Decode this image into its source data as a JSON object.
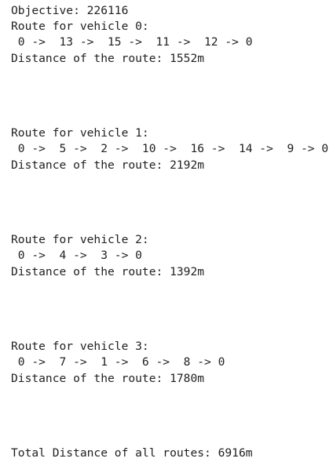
{
  "output": {
    "objective": "Objective: 226116",
    "routes": [
      {
        "header": "Route for vehicle 0:",
        "path": " 0 ->  13 ->  15 ->  11 ->  12 -> 0",
        "distance": "Distance of the route: 1552m"
      },
      {
        "header": "Route for vehicle 1:",
        "path": " 0 ->  5 ->  2 ->  10 ->  16 ->  14 ->  9 -> 0",
        "distance": "Distance of the route: 2192m"
      },
      {
        "header": "Route for vehicle 2:",
        "path": " 0 ->  4 ->  3 -> 0",
        "distance": "Distance of the route: 1392m"
      },
      {
        "header": "Route for vehicle 3:",
        "path": " 0 ->  7 ->  1 ->  6 ->  8 -> 0",
        "distance": "Distance of the route: 1780m"
      }
    ],
    "total": "Total Distance of all routes: 6916m"
  }
}
